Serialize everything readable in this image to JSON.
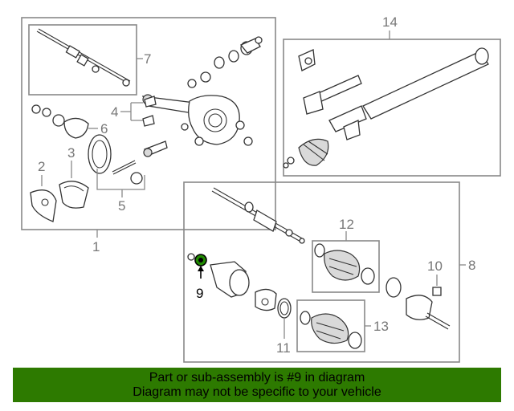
{
  "callouts": {
    "c1": "1",
    "c2": "2",
    "c3": "3",
    "c4": "4",
    "c5": "5",
    "c6": "6",
    "c7": "7",
    "c8": "8",
    "c9": "9",
    "c10": "10",
    "c11": "11",
    "c12": "12",
    "c13": "13",
    "c14": "14"
  },
  "highlighted_part": "9",
  "colors": {
    "banner": "#2d7a00",
    "highlight": "#1f8a00",
    "lines": "#888888"
  },
  "banner": {
    "line1": "Part or sub-assembly is #9 in diagram",
    "line2": "Diagram may not be specific to your vehicle"
  }
}
